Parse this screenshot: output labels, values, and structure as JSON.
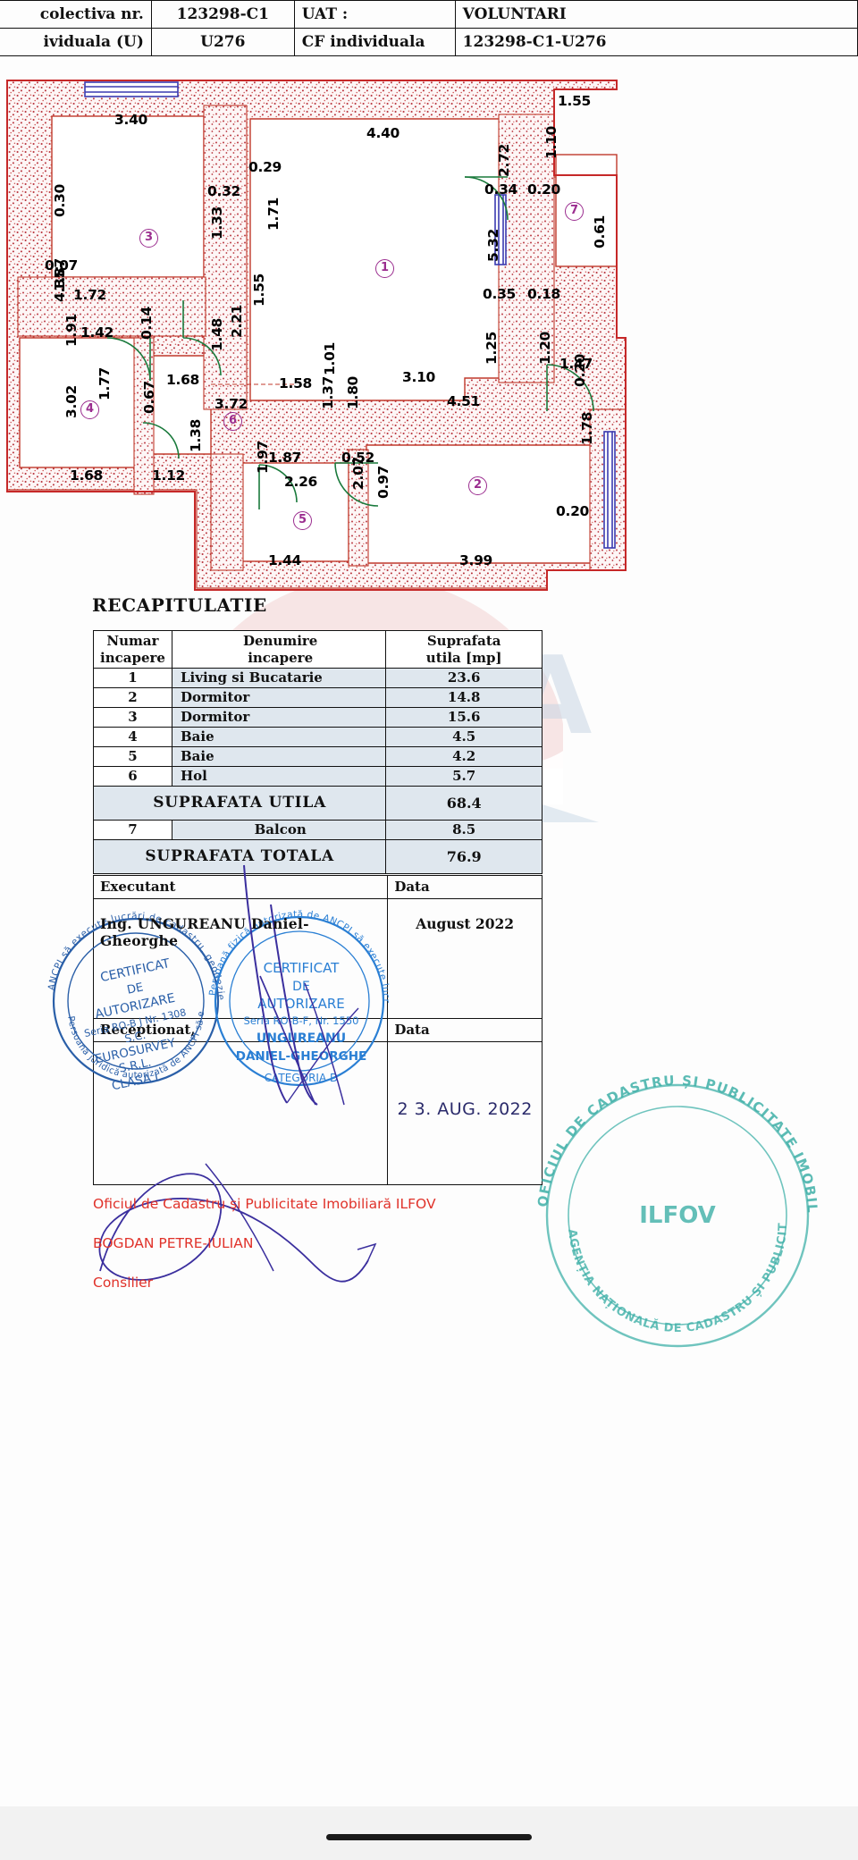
{
  "header": {
    "rows": [
      {
        "c1": "colectiva  nr.",
        "c2": "123298-C1",
        "c3": "UAT :",
        "c4": "VOLUNTARI"
      },
      {
        "c1": "ividuala  (U)",
        "c2": "U276",
        "c3": "CF individuala",
        "c4": "123298-C1-U276"
      }
    ]
  },
  "plan": {
    "room_numbers": [
      "1",
      "2",
      "3",
      "4",
      "5",
      "6",
      "7"
    ],
    "dimensions_horizontal": [
      "1.55",
      "3.40",
      "0.65",
      "4.40",
      "0.29",
      "0.32",
      "0.34",
      "0.20",
      "0.07",
      "1.72",
      "1.42",
      "0.35",
      "0.18",
      "1.68",
      "1.58",
      "3.10",
      "3.72",
      "4.51",
      "1.47",
      "1.87",
      "0.52",
      "2.26",
      "1.68",
      "1.12",
      "1.44",
      "3.99",
      "0.20"
    ],
    "dimensions_vertical": [
      "0.30",
      "1.33",
      "1.71",
      "1.10",
      "2.72",
      "1.87",
      "2.21",
      "5.32",
      "0.61",
      "4.35",
      "1.55",
      "1.25",
      "1.20",
      "1.91",
      "1.48",
      "0.14",
      "1.01",
      "3.02",
      "1.77",
      "0.67",
      "0.20",
      "1.38",
      "1.37",
      "1.80",
      "1.78",
      "1.97",
      "2.07",
      "0.97"
    ]
  },
  "recap": {
    "title": "RECAPITULATIE",
    "columns": {
      "num": "Numar\nincapere",
      "num_line1": "Numar",
      "num_line2": "incapere",
      "name_line1": "Denumire",
      "name_line2": "incapere",
      "area_line1": "Suprafata",
      "area_line2": "utila [mp]"
    },
    "rows": [
      {
        "num": "1",
        "name": "Living si Bucatarie",
        "area": "23.6"
      },
      {
        "num": "2",
        "name": "Dormitor",
        "area": "14.8"
      },
      {
        "num": "3",
        "name": "Dormitor",
        "area": "15.6"
      },
      {
        "num": "4",
        "name": "Baie",
        "area": "4.5"
      },
      {
        "num": "5",
        "name": "Baie",
        "area": "4.2"
      },
      {
        "num": "6",
        "name": "Hol",
        "area": "5.7"
      }
    ],
    "total_utila_label": "SUPRAFATA  UTILA",
    "total_utila_value": "68.4",
    "balcon": {
      "num": "7",
      "name": "Balcon",
      "area": "8.5"
    },
    "total_label": "SUPRAFATA  TOTALA",
    "total_value": "76.9"
  },
  "signatures": {
    "executant_label": "Executant",
    "data_label_1": "Data",
    "executant_name": "Ing.  UNGUREANU  Daniel-Gheorghe",
    "executant_date": "August 2022",
    "receptionat_label": "Receptionat,",
    "data_label_2": "Data",
    "receptionat_office": "Oficiul de Cadastru și Publicitate Imobiliară ILFOV",
    "receptionat_person": "BOGDAN PETRE-IULIAN",
    "receptionat_role": "Consilier",
    "receptionat_date": "2 3. AUG. 2022"
  },
  "stamps": {
    "left": {
      "outer_top": "ANCPI să execute lucrări de cadastru, geodezie și cartografie",
      "outer_bottom": "Persoană juridică autorizată de ANCPI să execute",
      "l1": "CERTIFICAT",
      "l2": "DE",
      "l3": "AUTORIZARE",
      "l4": "Seria RO-B  J Nr. 1308",
      "l5": "S.C.",
      "l6": "EUROSURVEY",
      "l7": "S.R.L.",
      "l8": "CLASA I"
    },
    "right": {
      "outer": "Persoană fizică autorizată de ANCPI să execute lucrări de cadastru, geodezie și cartografie",
      "l1": "CERTIFICAT",
      "l2": "DE",
      "l3": "AUTORIZARE",
      "l4": "Seria RO-B-F, Nr. 1550",
      "l5": "UNGUREANU",
      "l6": "DANIEL-GHEORGHE",
      "l7": "CATEGORIA D"
    },
    "teal": {
      "l1": "OFICIUL DE CADASTRU ȘI PUBLICITATE IMOBILIARĂ",
      "l2": "AGENȚIA NAȚIONALĂ DE CADASTRU ȘI PUBLICITATE IMOBILIARĂ",
      "l3": "ILFOV"
    }
  },
  "watermark": {
    "text": "RE/MAX"
  }
}
